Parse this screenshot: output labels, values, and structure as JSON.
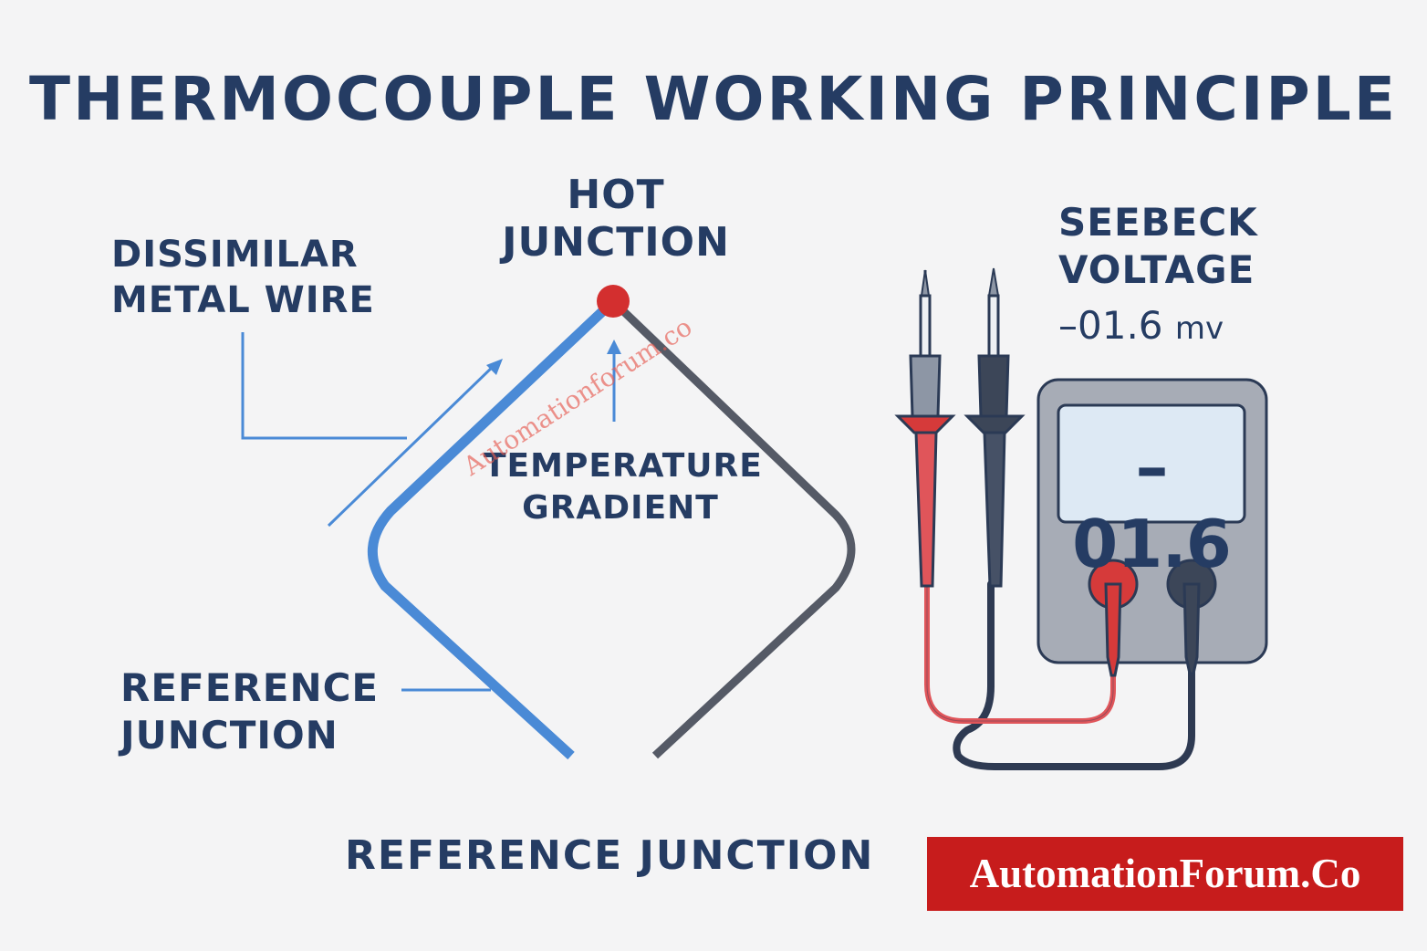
{
  "title": "THERMOCOUPLE WORKING PRINCIPLE",
  "labels": {
    "hot_junction": [
      "HOT",
      "JUNCTION"
    ],
    "dissimilar_wire": [
      "DISSIMILAR",
      "METAL WIRE"
    ],
    "temperature_gradient": [
      "TEMPERATURE",
      "GRADIENT"
    ],
    "reference_junction_side": [
      "REFERENCE",
      "JUNCTION"
    ],
    "reference_junction_bottom": "REFERENCE JUNCTION",
    "seebeck_voltage": [
      "SEEBECK",
      "VOLTAGE"
    ]
  },
  "reading": {
    "value": "–01.6",
    "unit": "mv"
  },
  "meter": {
    "display": "–01.6"
  },
  "watermark": "Automationforum.co",
  "brand": "AutomationForum.Co",
  "colors": {
    "text": "#253c63",
    "wire_a": "#4a8ad6",
    "wire_b": "#555a66",
    "hot_junction": "#d32f2f",
    "probe_red": "#e0555a",
    "probe_black": "#3c4658",
    "meter_body": "#a7acb6",
    "meter_screen": "#dde9f4",
    "brand_bg": "#c71c1c"
  },
  "icons": {
    "junction": "hot-junction-dot",
    "probe_left": "red-test-probe-icon",
    "probe_right": "black-test-probe-icon",
    "meter": "multimeter-icon"
  }
}
